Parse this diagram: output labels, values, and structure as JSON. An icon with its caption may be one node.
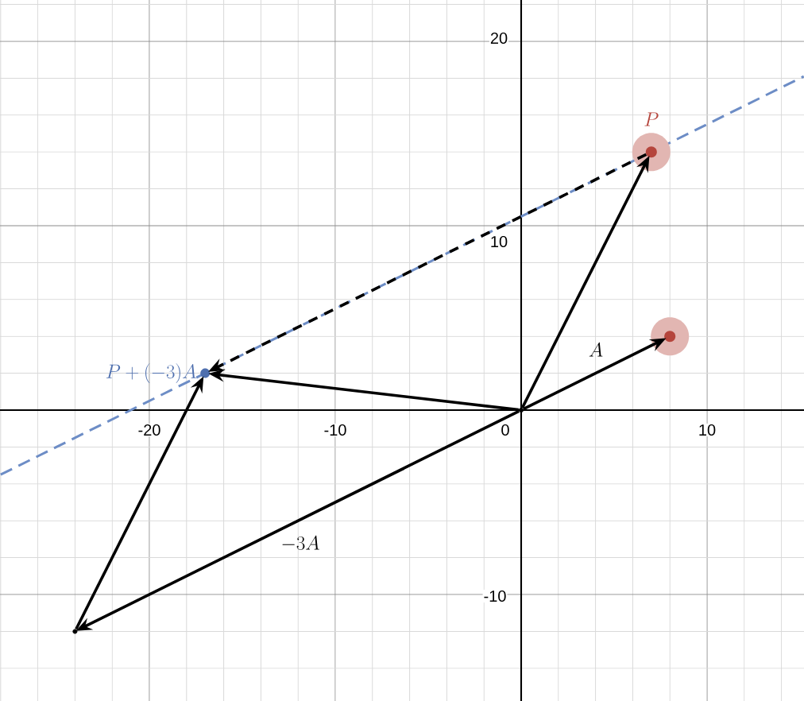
{
  "diagram": {
    "nodes": [
      {
        "text": [],
        "shape": "point"
      },
      {
        "text": [],
        "shape": "circle"
      },
      {
        "text": [
          "P"
        ]
      },
      {
        "text": [
          "P+(-3)A"
        ]
      },
      {
        "text": [],
        "shape": "point"
      }
    ],
    "edges": [
      {
        "from": 0,
        "to": 1,
        "arrow": "to",
        "label": "A"
      },
      {
        "from": 0,
        "to": 2,
        "arrow": "to"
      },
      {
        "from": 0,
        "to": 3,
        "arrow": "to"
      },
      {
        "from": 0,
        "to": 4,
        "arrow": "to",
        "label": "-3A"
      },
      {
        "from": 4,
        "to": 3,
        "arrow": "to"
      },
      {
        "from": 2,
        "to": 3,
        "arrow": "to",
        "style": "dashed"
      }
    ],
    "labels": [
      "20",
      "10",
      "-20",
      "-10",
      "0",
      "10",
      "-10"
    ]
  }
}
